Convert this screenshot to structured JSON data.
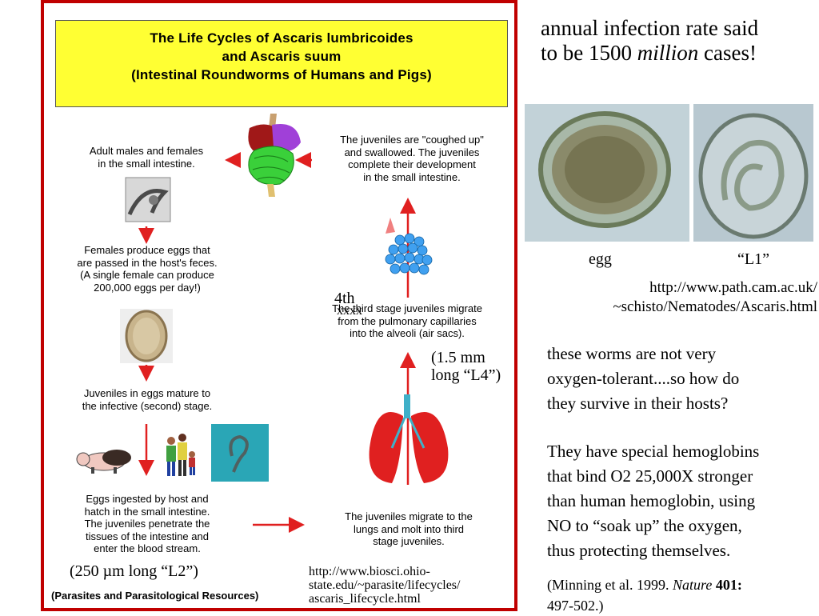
{
  "diagram": {
    "title_line1": "The Life Cycles of Ascaris lumbricoides",
    "title_line2": "and Ascaris suum",
    "title_line3": "(Intestinal Roundworms of Humans and Pigs)",
    "step_adult": [
      "Adult males and females",
      "in the small intestine."
    ],
    "step_eggs": [
      "Females produce eggs that",
      "are passed in the host's feces.",
      "(A single female can produce",
      "200,000 eggs per day!)"
    ],
    "step_mature": [
      "Juveniles in eggs mature to",
      "the infective (second) stage."
    ],
    "step_ingested": [
      "Eggs ingested by host and",
      "hatch in the small intestine.",
      "The juveniles penetrate the",
      "tissues of the intestine and",
      "enter the blood stream."
    ],
    "step_coughed": [
      "The juveniles are \"coughed up\"",
      "and swallowed.  The juveniles",
      "complete their development",
      "in the small intestine."
    ],
    "step_capillaries": [
      "The third stage juveniles migrate",
      "from the pulmonary capillaries",
      "into the alveoli (air sacs)."
    ],
    "step_lungs": [
      "The juveniles migrate to the",
      "lungs and molt into third",
      "stage juveniles."
    ],
    "source": "(Parasites and Parasitological Resources)"
  },
  "annotations": {
    "fourth": "4th",
    "xxxx": "xxxx",
    "l4_line1": "(1.5 mm",
    "l4_line2": "long “L4”)",
    "l2": "(250 µm long “L2”)",
    "url_osu": [
      "http://www.biosci.ohio-",
      "state.edu/~parasite/lifecycles/",
      "ascaris_lifecycle.html"
    ]
  },
  "right_panel": {
    "infection_line1": "annual infection rate said",
    "infection_line2_pre": "to be 1500 ",
    "infection_line2_em": "million",
    "infection_line2_post": " cases!",
    "label_egg": "egg",
    "label_l1": "“L1”",
    "url_cam": [
      "http://www.path.cam.ac.uk/",
      "~schisto/Nematodes/Ascaris.html"
    ],
    "question": [
      "these worms are not very",
      "oxygen-tolerant....so how do",
      "they survive in their hosts?"
    ],
    "answer": [
      "They have special hemoglobins",
      "that bind O2 25,000X stronger",
      "than human hemoglobin, using",
      "NO to “soak up” the oxygen,",
      "thus protecting themselves."
    ],
    "citation_pre": "(Minning et al. 1999. ",
    "citation_journal": "Nature",
    "citation_volume": " 401:",
    "citation_pages": "497-502.)"
  },
  "colors": {
    "frame": "#c00000",
    "title_bg": "#ffff33",
    "arrow": "#e02020"
  }
}
